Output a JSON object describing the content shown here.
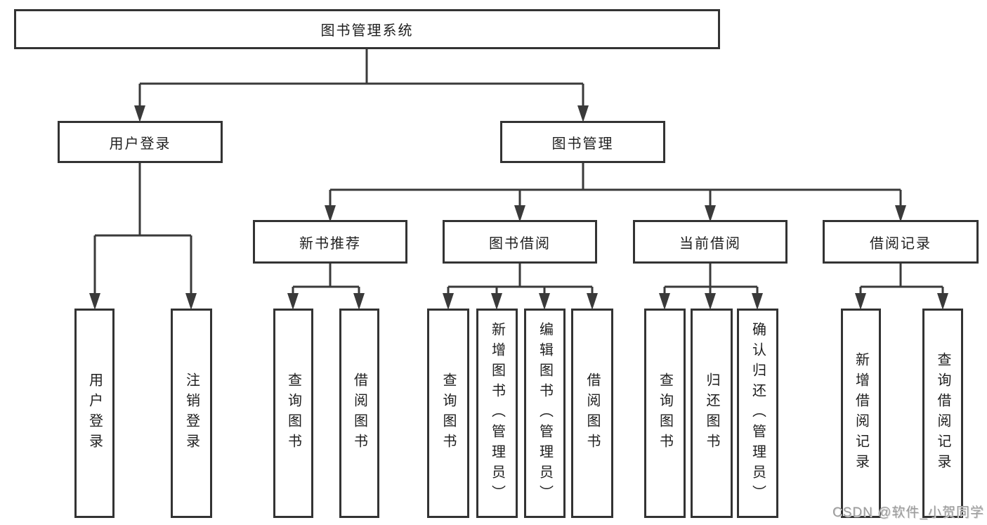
{
  "nodes": {
    "root": "图书管理系统",
    "user_login": "用户登录",
    "book_management": "图书管理",
    "new_book_recommend": "新书推荐",
    "book_borrow": "图书借阅",
    "current_borrow": "当前借阅",
    "borrow_record": "借阅记录",
    "leaf_user_login": "用户登录",
    "leaf_logout": "注销登录",
    "leaf_nbr_query_book": "查询图书",
    "leaf_nbr_borrow_book": "借阅图书",
    "leaf_bb_query_book": "查询图书",
    "leaf_bb_add_book": "新增图书（管理员）",
    "leaf_bb_edit_book": "编辑图书（管理员）",
    "leaf_bb_borrow_book": "借阅图书",
    "leaf_cb_query_book": "查询图书",
    "leaf_cb_return_book": "归还图书",
    "leaf_cb_confirm_return": "确认归还（管理员）",
    "leaf_br_add_record": "新增借阅记录",
    "leaf_br_query_record": "查询借阅记录"
  },
  "watermark": "CSDN @软件_小贺同学",
  "colors": {
    "line": "#3a3a3a",
    "box_border": "#333333",
    "text": "#1f1f1f",
    "watermark": "#9c9c9c",
    "background": "#ffffff"
  }
}
